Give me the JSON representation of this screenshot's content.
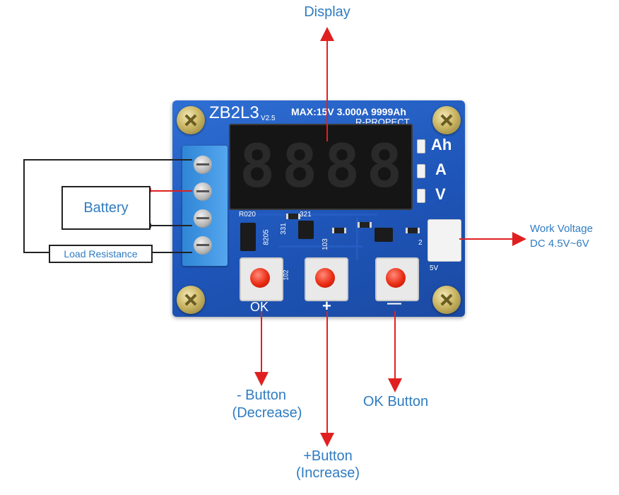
{
  "diagram": {
    "callouts": {
      "display": "Display",
      "work_voltage_line1": "Work Voltage",
      "work_voltage_line2": "DC 4.5V~6V",
      "battery": "Battery",
      "load_resistance": "Load Resistance",
      "minus_button_line1": "- Button",
      "minus_button_line2": "(Decrease)",
      "plus_button_line1": "+Button",
      "plus_button_line2": "(Increase)",
      "ok_button": "OK Button"
    },
    "board": {
      "model": "ZB2L3",
      "version": "V2.5",
      "spec": "MAX:15V  3.000A  9999Ah",
      "protect": "R-PROPECT",
      "indicators": [
        "Ah",
        "A",
        "V"
      ],
      "silk_ok": "OK",
      "silk_plus": "+",
      "silk_minus": "—",
      "silk_5v": "5V",
      "silk_r020": "R020",
      "silk_8205": "8205",
      "silk_321": "321",
      "silk_331": "331",
      "silk_102": "102",
      "silk_103": "103",
      "silk_2": "2"
    },
    "colors": {
      "board": "#1e55b8",
      "arrow": "#e02020",
      "label_text": "#2f7cc1",
      "button_cap": "#ea2b12"
    }
  }
}
